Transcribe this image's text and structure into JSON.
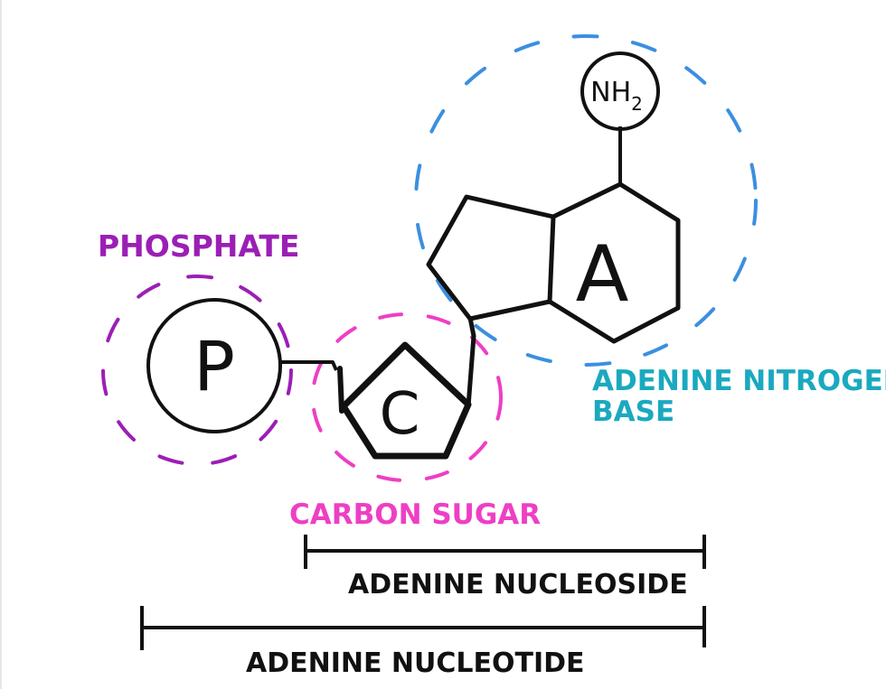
{
  "labels": {
    "phosphate": "PHOSPHATE",
    "carbon_sugar": "CARBON SUGAR",
    "nitrogen_base_line1": "ADENINE NITROGEN",
    "nitrogen_base_line2": "BASE",
    "nucleoside": "ADENINE NUCLEOSIDE",
    "nucleotide": "ADENINE NUCLEOTIDE"
  },
  "symbols": {
    "phosphate": "P",
    "carbon": "C",
    "adenine": "A",
    "amine_main": "NH",
    "amine_sub": "2"
  },
  "colors": {
    "phosphate": "#9b1fb5",
    "carbon_sugar": "#ee3fc4",
    "nitrogen_base_label": "#1aa9c0",
    "nitrogen_base_ring": "#3b8fe0",
    "ink": "#111111"
  }
}
